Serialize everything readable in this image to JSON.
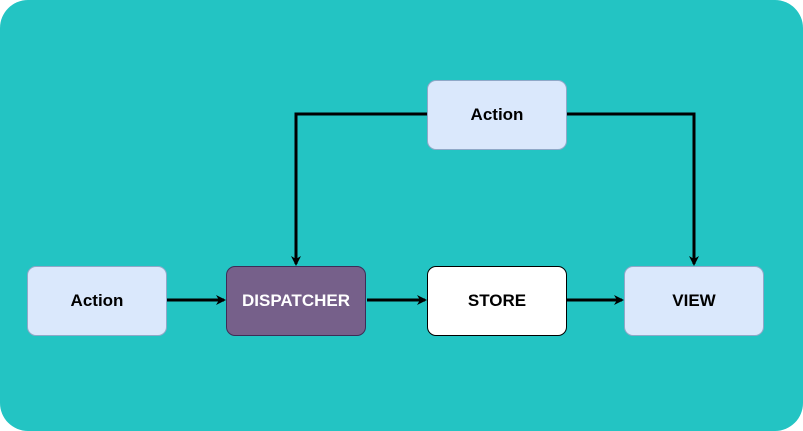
{
  "colors": {
    "background": "#23c4c3",
    "action_fill": "#dae8fc",
    "dispatcher_fill": "#76608a",
    "store_fill": "#ffffff",
    "view_fill": "#dae8fc",
    "edge": "#000000",
    "dispatcher_text": "#ffffff",
    "node_text": "#000000"
  },
  "nodes": {
    "action_top": {
      "label": "Action"
    },
    "action_left": {
      "label": "Action"
    },
    "dispatcher": {
      "label": "DISPATCHER"
    },
    "store": {
      "label": "STORE"
    },
    "view": {
      "label": "VIEW"
    }
  },
  "edges": [
    {
      "from": "action_left",
      "to": "dispatcher"
    },
    {
      "from": "dispatcher",
      "to": "store"
    },
    {
      "from": "store",
      "to": "view"
    },
    {
      "from": "action_top",
      "to": "dispatcher"
    },
    {
      "from": "action_top",
      "to": "view"
    }
  ]
}
